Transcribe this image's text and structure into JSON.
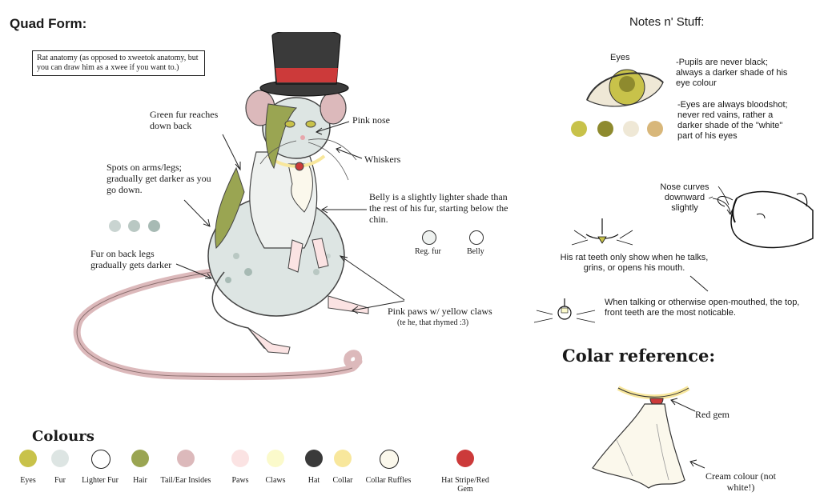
{
  "titles": {
    "quad_form": "Quad Form:",
    "notes": "Notes n' Stuff:",
    "colours": "Colours",
    "collar_ref": "Colar reference:"
  },
  "anatomy_note": "Rat anatomy (as opposed to xweetok anatomy, but you can draw him as a xwee if you want to.)",
  "annotations": {
    "green_fur": "Green fur reaches down back",
    "pink_nose": "Pink nose",
    "whiskers": "Whiskers",
    "spots": "Spots on arms/legs; gradually get darker as you go down.",
    "belly": "Belly is a slightly lighter shade than the rest of his fur, starting below the chin.",
    "back_legs": "Fur on back legs gradually gets darker",
    "paws": "Pink paws w/ yellow claws",
    "paws_sub": "(te he, that rhymed :3)",
    "reg_fur": "Reg. fur",
    "belly_label": "Belly"
  },
  "notes": {
    "eyes_label": "Eyes",
    "pupils": "-Pupils are never black; always a darker shade of his eye colour",
    "bloodshot": "-Eyes are always bloodshot; never red vains, rather a darker shade of the \"white\" part of his eyes",
    "nose_curves": "Nose curves downward slightly",
    "teeth": "His rat teeth only show when he talks, grins, or opens his mouth.",
    "talking": "When talking or otherwise open-mouthed, the top, front teeth are the most noticable."
  },
  "collar_notes": {
    "red_gem": "Red gem",
    "cream": "Cream colour (not white!)"
  },
  "eye_swatches": [
    "#c8c24a",
    "#8e8a2e",
    "#efe8d6",
    "#d8b77a"
  ],
  "spot_swatches": [
    "#c9d4d1",
    "#b9c8c3",
    "#a7bab4"
  ],
  "fur_swatches": {
    "reg": "#eef1ef",
    "belly": "#ffffff"
  },
  "colours": [
    {
      "label": "Eyes",
      "color": "#c8c24a"
    },
    {
      "label": "Fur",
      "color": "#dde5e3"
    },
    {
      "label": "Lighter Fur",
      "color": "#ffffff"
    },
    {
      "label": "Hair",
      "color": "#9aa552"
    },
    {
      "label": "Tail/Ear Insides",
      "color": "#dcb9bb"
    },
    {
      "label": "Paws",
      "color": "#fbe3e3"
    },
    {
      "label": "Claws",
      "color": "#fbfacb"
    },
    {
      "label": "Hat",
      "color": "#3a3a3a"
    },
    {
      "label": "Collar",
      "color": "#f8e79c"
    },
    {
      "label": "Collar Ruffles",
      "color": "#fbf8ec"
    },
    {
      "label": "Hat Stripe/Red Gem",
      "color": "#cc3a3a"
    }
  ]
}
